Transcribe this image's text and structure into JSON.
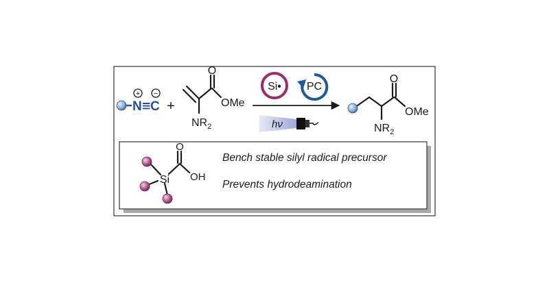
{
  "reaction": {
    "isocyanide": {
      "n_label": "N",
      "c_label": "C",
      "n_charge": "+",
      "c_charge": "−",
      "triple_bond": "≡"
    },
    "plus": "+",
    "acrylate": {
      "carbonyl_o": "O",
      "ester": "OMe",
      "amine": "NR",
      "amine_sub": "2"
    },
    "catalysts": {
      "silyl_radical": "Si•",
      "photocatalyst": "PC",
      "light": "hν"
    },
    "product": {
      "carbonyl_o": "O",
      "ester": "OMe",
      "amine": "NR",
      "amine_sub": "2"
    }
  },
  "reagent_box": {
    "si_label": "Si",
    "acid_o": "O",
    "acid_oh": "OH",
    "feature_1": "Bench stable silyl radical precursor",
    "feature_2": "Prevents hydrodeamination"
  },
  "colors": {
    "bead_blue": "#8fb4d6",
    "bead_purple": "#b4578e",
    "isocyanide_blue": "#1f4fa3",
    "si_ring": "#9b2c67",
    "pc_ring": "#1d5a9c",
    "frame": "#333333",
    "box_shadow": "#a8a8a8",
    "light_beam": "#b8c0e0"
  }
}
